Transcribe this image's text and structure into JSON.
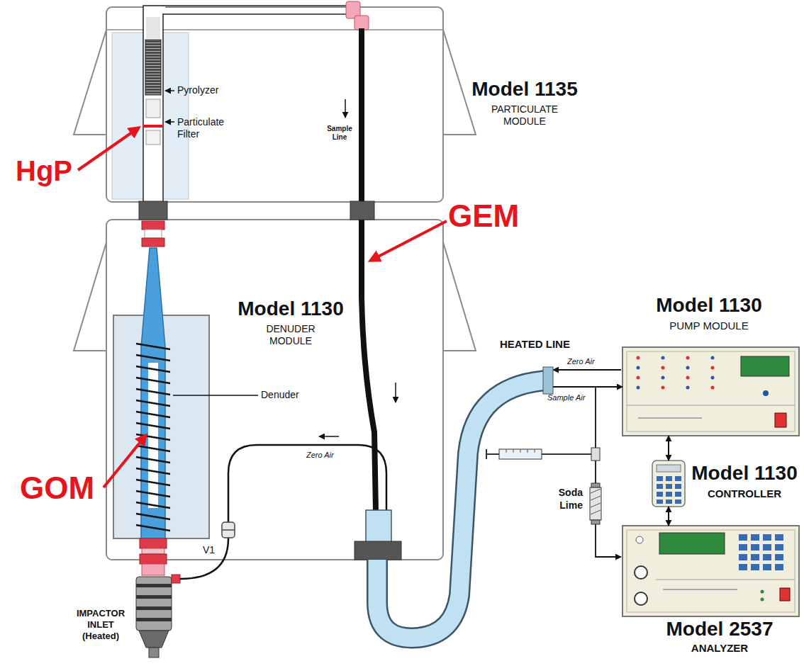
{
  "diagram": {
    "nodes": [
      {
        "text": [
          "Model 1135",
          "PARTICULATE MODULE"
        ]
      },
      {
        "text": [
          "Model 1130",
          "DENUDER MODULE"
        ]
      },
      {
        "text": [
          "Model 1130",
          "PUMP MODULE"
        ]
      },
      {
        "text": [
          "Model 1130",
          "CONTROLLER"
        ]
      },
      {
        "text": [
          "Model 2537",
          "ANALYZER"
        ]
      }
    ],
    "edges": [
      {
        "from": 1,
        "to": 2,
        "arrow": "to"
      },
      {
        "from": 2,
        "to": 3,
        "arrow": "both"
      },
      {
        "from": 3,
        "to": 4,
        "arrow": "both"
      }
    ],
    "labels": [
      "HgP",
      "Pyrolyzer",
      "Particulate Filter",
      "Sample Line",
      "GEM",
      "Denuder",
      "GOM",
      "Zero Air",
      "V1",
      "IMPACTOR INLET (Heated)",
      "HEATED LINE",
      "Zero Air",
      "Sample Air",
      "Soda Lime"
    ]
  }
}
